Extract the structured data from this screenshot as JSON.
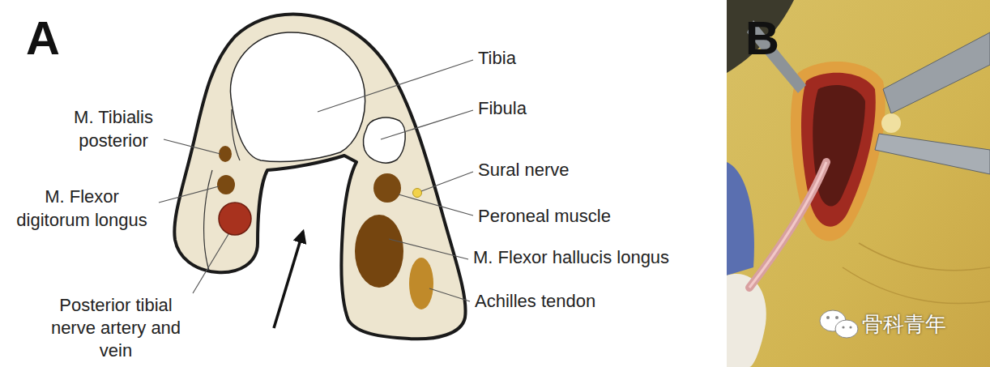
{
  "diagram": {
    "labels": [
      "A",
      "Tibia",
      "Fibula",
      "Sural nerve",
      "Peroneal muscle",
      "M. Flexor hallucis longus",
      "Achilles tendon",
      "M. Tibialis posterior",
      "M. Flexor digitorum longus",
      "Posterior tibial nerve artery and vein",
      "B",
      "骨科青年"
    ]
  }
}
